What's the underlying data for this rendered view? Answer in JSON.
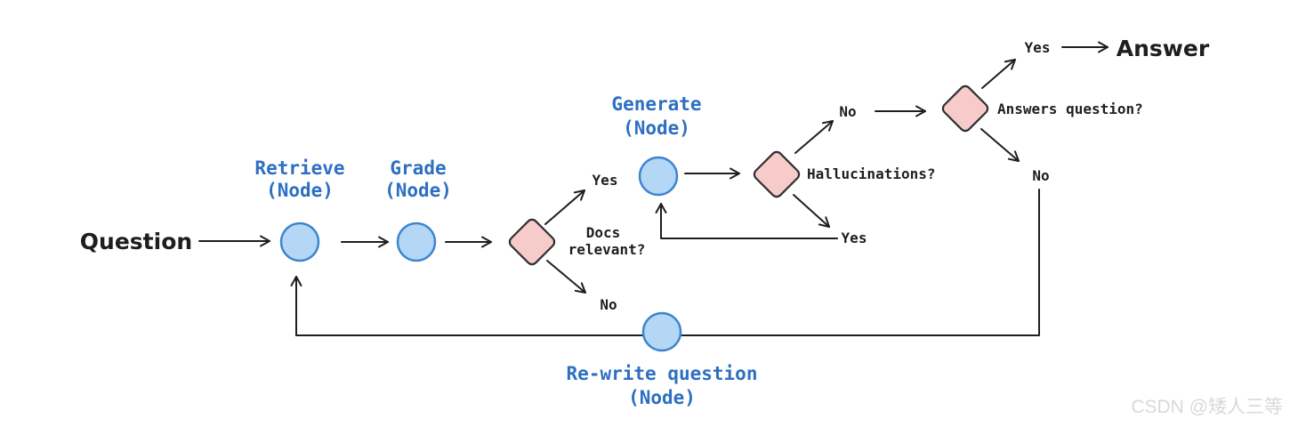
{
  "diagram": {
    "start_label": "Question",
    "end_label": "Answer",
    "nodes": {
      "retrieve": {
        "line1": "Retrieve",
        "line2": "(Node)"
      },
      "grade": {
        "line1": "Grade",
        "line2": "(Node)"
      },
      "generate": {
        "line1": "Generate",
        "line2": "(Node)"
      },
      "rewrite": {
        "line1": "Re-write question",
        "line2": "(Node)"
      }
    },
    "decisions": {
      "docs_relevant": {
        "line1": "Docs",
        "line2": "relevant?",
        "yes": "Yes",
        "no": "No"
      },
      "hallucinations": {
        "label": "Hallucinations?",
        "yes": "Yes",
        "no": "No"
      },
      "answers_question": {
        "label": "Answers question?",
        "yes": "Yes",
        "no": "No"
      }
    },
    "colors": {
      "node_fill": "#b3d7f4",
      "node_stroke": "#3d85cd",
      "decision_fill": "#f8cbcb",
      "decision_stroke": "#2f2f2f",
      "edge": "#1e1e1e",
      "node_label": "#2d6fc1",
      "watermark": "#d9d9d9"
    },
    "watermark": "CSDN @矮人三等"
  }
}
